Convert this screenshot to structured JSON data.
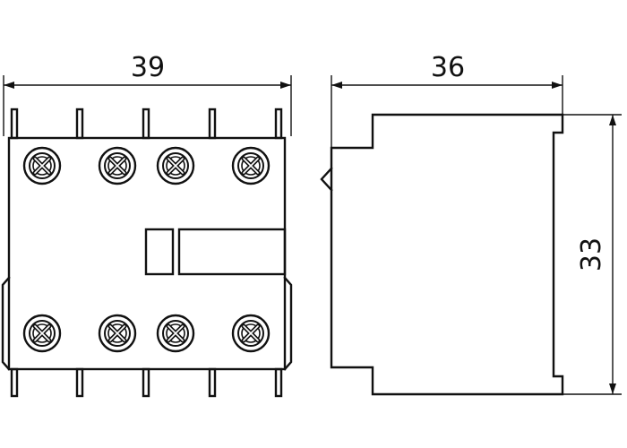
{
  "dimensions": {
    "front_width": "39",
    "side_depth": "36",
    "side_height": "33"
  },
  "colors": {
    "line": "#111111",
    "background": "#ffffff"
  }
}
